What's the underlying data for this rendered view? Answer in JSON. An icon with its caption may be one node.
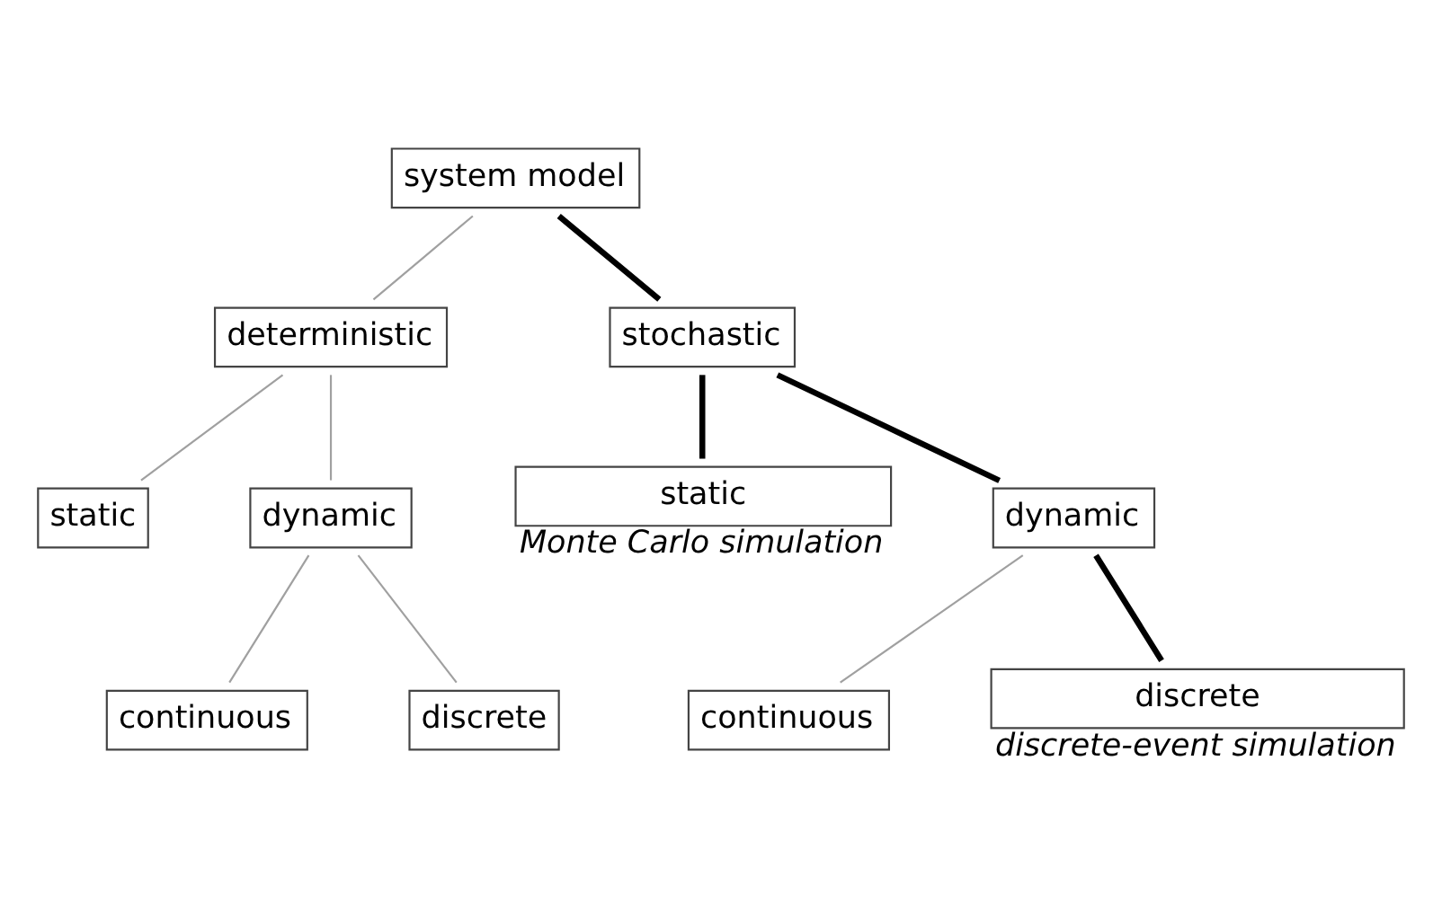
{
  "diagram": {
    "nodes": [
      {
        "text": [
          "system model"
        ]
      },
      {
        "text": [
          "deterministic"
        ]
      },
      {
        "text": [
          "stochastic"
        ]
      },
      {
        "text": [
          "static"
        ]
      },
      {
        "text": [
          "dynamic"
        ]
      },
      {
        "text": [
          "continuous"
        ]
      },
      {
        "text": [
          "discrete"
        ]
      },
      {
        "text": [
          "static"
        ],
        "beside": [
          "Monte Carlo simulation"
        ]
      },
      {
        "text": [
          "dynamic"
        ]
      },
      {
        "text": [
          "continuous"
        ]
      },
      {
        "text": [
          "discrete"
        ],
        "beside": [
          "discrete-event simulation"
        ]
      }
    ],
    "edges": [
      {
        "from": 0,
        "to": 1,
        "arrow": "none"
      },
      {
        "from": 0,
        "to": 2,
        "arrow": "none",
        "style": "thick",
        "color": "#000000"
      },
      {
        "from": 1,
        "to": 3,
        "arrow": "none"
      },
      {
        "from": 1,
        "to": 4,
        "arrow": "none"
      },
      {
        "from": 4,
        "to": 5,
        "arrow": "none"
      },
      {
        "from": 4,
        "to": 6,
        "arrow": "none"
      },
      {
        "from": 2,
        "to": 7,
        "arrow": "none",
        "style": "thick",
        "color": "#000000"
      },
      {
        "from": 2,
        "to": 8,
        "arrow": "none",
        "style": "thick",
        "color": "#000000"
      },
      {
        "from": 8,
        "to": 9,
        "arrow": "none"
      },
      {
        "from": 8,
        "to": 10,
        "arrow": "none",
        "style": "thick",
        "color": "#000000"
      }
    ]
  }
}
